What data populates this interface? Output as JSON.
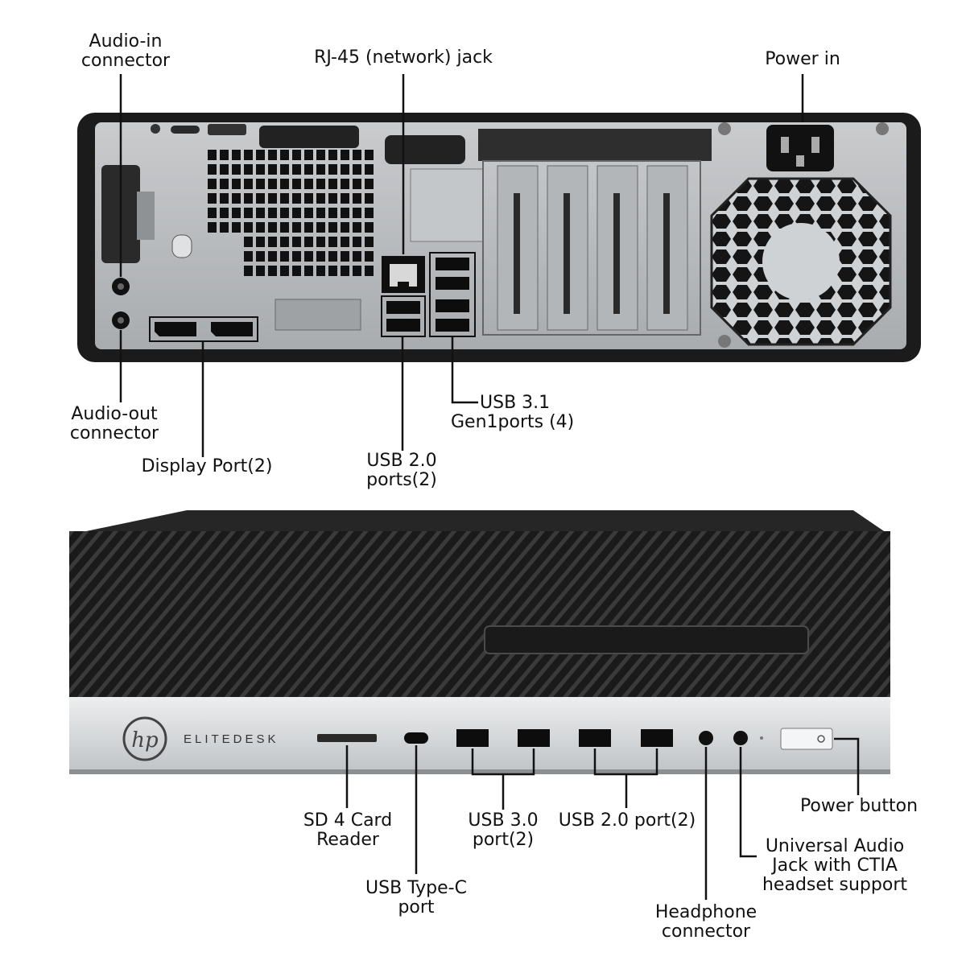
{
  "rear_callouts": {
    "audio_in": [
      "Audio-in",
      "connector"
    ],
    "rj45": [
      "RJ-45 (network) jack"
    ],
    "power_in": [
      "Power in"
    ],
    "audio_out": [
      "Audio-out",
      "connector"
    ],
    "display_port": [
      "Display Port(2)"
    ],
    "usb31": [
      "USB 3.1",
      "Gen1ports (4)"
    ],
    "usb20_rear": [
      "USB 2.0",
      "ports(2)"
    ]
  },
  "front_callouts": {
    "sd_reader": [
      "SD 4 Card",
      "Reader"
    ],
    "usb_c": [
      "USB Type-C",
      "port"
    ],
    "usb30": [
      "USB 3.0",
      "port(2)"
    ],
    "usb20_front": [
      "USB 2.0 port(2)"
    ],
    "headphone": [
      "Headphone",
      "connector"
    ],
    "universal_audio": [
      "Universal Audio",
      "Jack with CTIA",
      "headset support"
    ],
    "power_button": [
      "Power button"
    ]
  },
  "brand": {
    "logo_text": "hp",
    "model_text": "ELITEDESK"
  },
  "colors": {
    "chassis_dark": "#1b1b1b",
    "panel_silver": "#b9bcbf",
    "front_silver": "#d6d8da",
    "port_black": "#0d0d0d"
  }
}
